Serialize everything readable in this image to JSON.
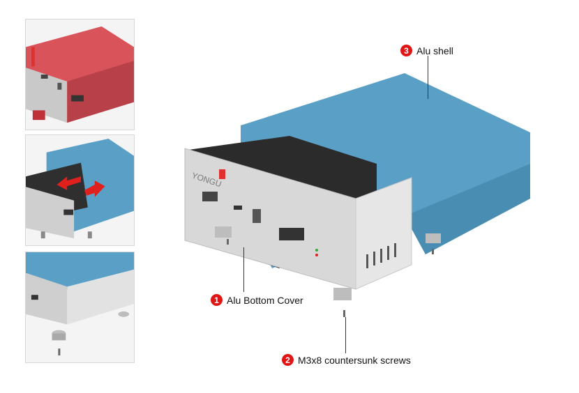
{
  "brand": "YONGU",
  "callouts": [
    {
      "number": "3",
      "label": "Alu shell"
    },
    {
      "number": "1",
      "label": "Alu Bottom Cover"
    },
    {
      "number": "2",
      "label": "M3x8 countersunk screws"
    }
  ],
  "colors": {
    "shell_blue": "#5aa0c6",
    "shell_red": "#d9545a",
    "aluminum": "#d8d8d8",
    "badge_red": "#e01515",
    "arrow_red": "#e0201c"
  }
}
